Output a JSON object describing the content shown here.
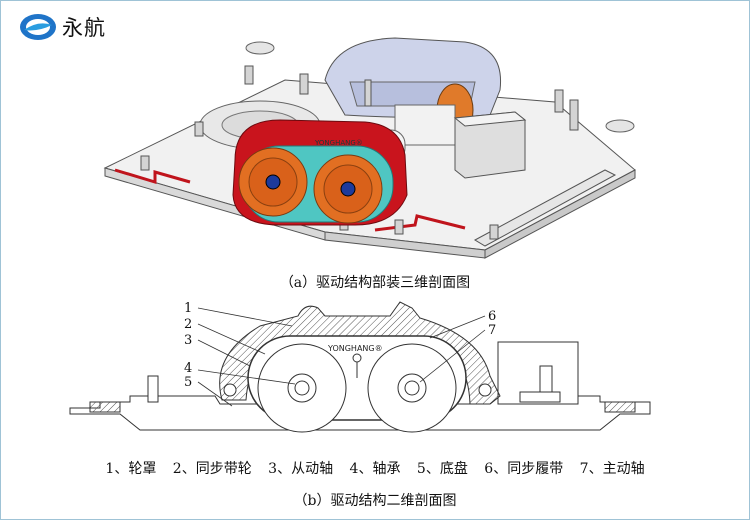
{
  "brand": {
    "name": "永航"
  },
  "figure_a": {
    "caption": "（a）驱动结构部装三维剖面图",
    "belt_text": "YONGHANG®"
  },
  "figure_b": {
    "caption": "（b）驱动结构二维剖面图",
    "belt_text": "YONGHANG®",
    "callouts": [
      "1",
      "2",
      "3",
      "4",
      "5",
      "6",
      "7"
    ]
  },
  "legend": [
    "1、轮罩",
    "2、同步带轮",
    "3、从动轴",
    "4、轴承",
    "5、底盘",
    "6、同步履带",
    "7、主动轴"
  ]
}
